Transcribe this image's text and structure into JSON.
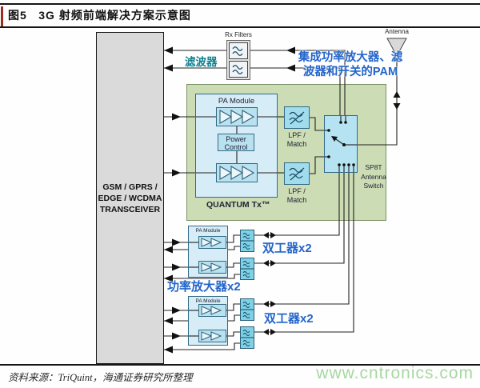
{
  "header": {
    "figure_no": "图5",
    "title": "3G 射频前端解决方案示意图"
  },
  "diagram": {
    "transceiver": {
      "lines": [
        "GSM / GPRS /",
        "EDGE / WCDMA",
        "TRANSCEIVER"
      ]
    },
    "rx_filters_label": "Rx Filters",
    "filter_annotation": "滤波器",
    "pam_annotation": {
      "line1": "集成功率放大器、滤",
      "line2": "波器和开关的PAM"
    },
    "antenna_label": "Antenna",
    "quantum_module": {
      "name": "QUANTUM Tx™",
      "pa_module_label": "PA Module",
      "power_control": {
        "line1": "Power",
        "line2": "Control"
      },
      "lpf_match": {
        "line1": "LPF /",
        "line2": "Match"
      }
    },
    "antenna_switch": {
      "line1": "SP8T",
      "line2": "Antenna",
      "line3": "Switch"
    },
    "lower_section": {
      "pa_module_label": "PA Module",
      "pa_annotation": "功率放大器x2",
      "duplexer_annotation": "双工器x2"
    }
  },
  "footer": {
    "source": "资料来源：TriQuint，海通证券研究所整理",
    "watermark": "www.cntronics.com"
  },
  "colors": {
    "quantum_box_fill": "#ccdcb4",
    "component_blue_fill": "#d6ecf6",
    "filter_cyan_fill": "#7fd2e6",
    "annotation_blue": "#2365cb",
    "annotation_teal": "#0d808e",
    "watermark_green": "#a6d7a0"
  }
}
